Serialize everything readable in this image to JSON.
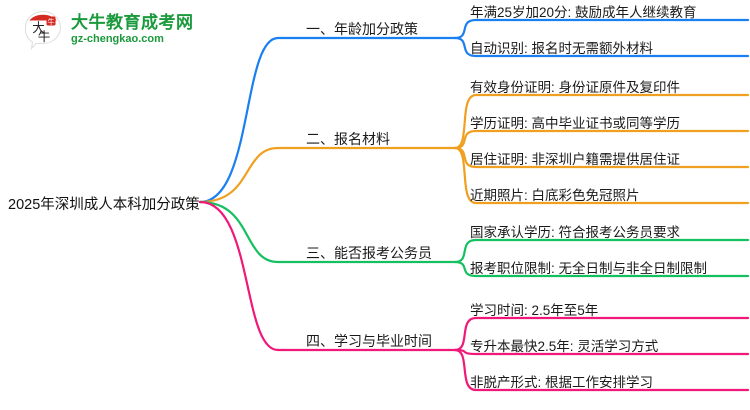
{
  "logo": {
    "title": "大牛教育成考网",
    "subtitle": "gz-chengkao.com",
    "mark_name": "daniu-logo-mark",
    "brand_green": "#1a9a3c",
    "brand_red": "#d42a22"
  },
  "mindmap": {
    "root": {
      "label": "2025年深圳成人本科加分政策"
    },
    "branches": [
      {
        "label": "一、年龄加分政策",
        "color": "#1a7ff0",
        "children": [
          {
            "label": "年满25岁加20分: 鼓励成年人继续教育"
          },
          {
            "label": "自动识别: 报名时无需额外材料"
          }
        ]
      },
      {
        "label": "二、报名材料",
        "color": "#f0a020",
        "children": [
          {
            "label": "有效身份证明: 身份证原件及复印件"
          },
          {
            "label": "学历证明: 高中毕业证书或同等学历"
          },
          {
            "label": "居住证明: 非深圳户籍需提供居住证"
          },
          {
            "label": "近期照片: 白底彩色免冠照片"
          }
        ]
      },
      {
        "label": "三、能否报考公务员",
        "color": "#16c060",
        "children": [
          {
            "label": "国家承认学历: 符合报考公务员要求"
          },
          {
            "label": "报考职位限制: 无全日制与非全日制限制"
          }
        ]
      },
      {
        "label": "四、学习与毕业时间",
        "color": "#f01878",
        "children": [
          {
            "label": "学习时间: 2.5年至5年"
          },
          {
            "label": "专升本最快2.5年: 灵活学习方式"
          },
          {
            "label": "非脱产形式: 根据工作安排学习"
          }
        ]
      }
    ]
  }
}
